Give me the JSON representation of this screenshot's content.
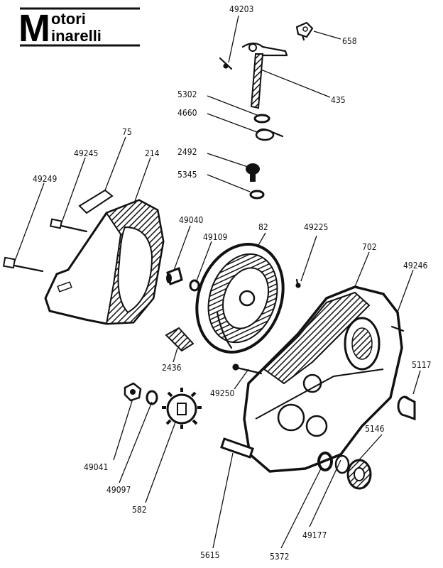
{
  "brand": {
    "line1_initial": "M",
    "line1_rest": "otori",
    "line2_rest": "inarelli"
  },
  "labels": {
    "p49203": "49203",
    "p658": "658",
    "p435": "435",
    "p5302": "5302",
    "p4660": "4660",
    "p2492": "2492",
    "p5345": "5345",
    "p75": "75",
    "p49245": "49245",
    "p214": "214",
    "p49249": "49249",
    "p49040": "49040",
    "p49109": "49109",
    "p82": "82",
    "p49225": "49225",
    "p702": "702",
    "p49246": "49246",
    "p2436": "2436",
    "p49250": "49250",
    "p5117": "5117",
    "p5146": "5146",
    "p49041": "49041",
    "p49097": "49097",
    "p582": "582",
    "p5615": "5615",
    "p5372": "5372",
    "p49177": "49177"
  },
  "colors": {
    "ink": "#111111",
    "paper": "#ffffff"
  }
}
